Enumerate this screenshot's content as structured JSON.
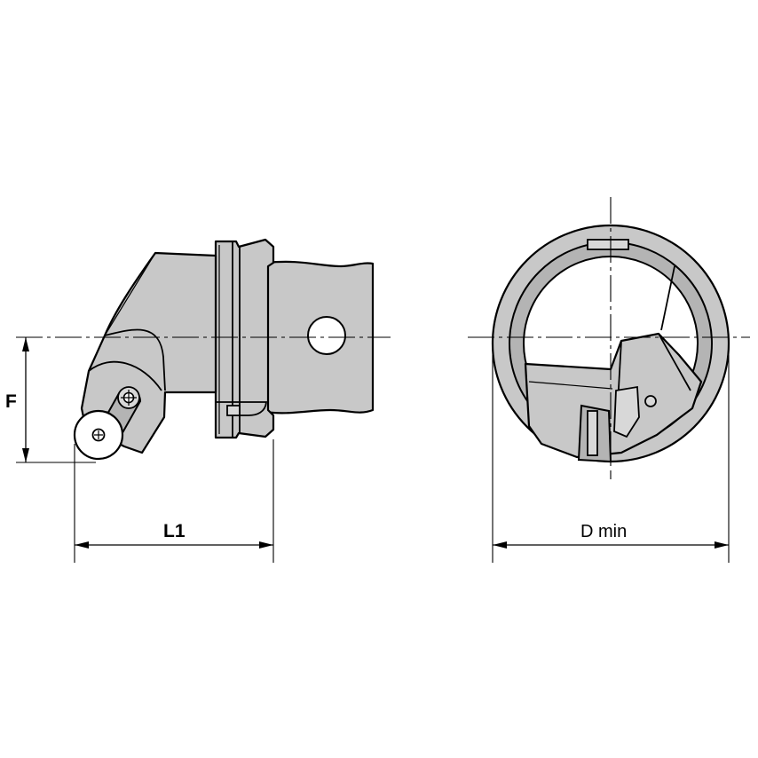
{
  "dimensions": {
    "f": "F",
    "l1": "L1",
    "d_min": "D min"
  }
}
